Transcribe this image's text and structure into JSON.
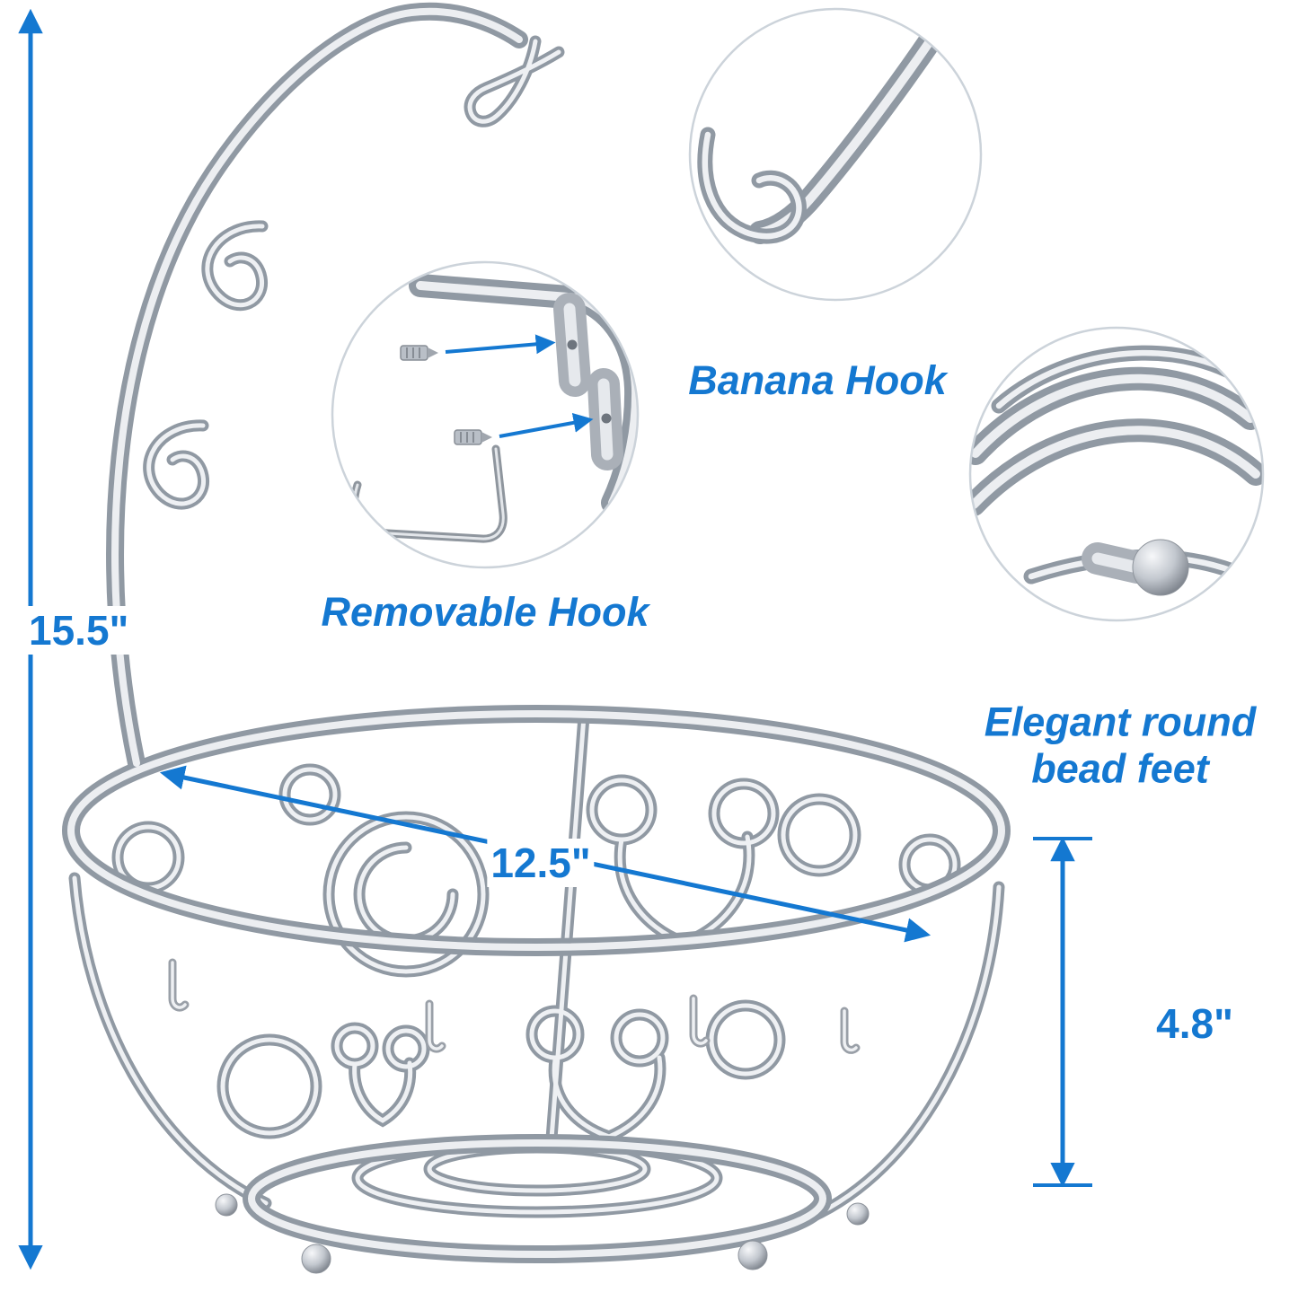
{
  "colors": {
    "accent_blue": "#1478d1",
    "chrome_gray": "#9099a3",
    "background": "#ffffff"
  },
  "dimensions": {
    "overall_height": "15.5\"",
    "top_diameter": "12.5\"",
    "basket_height": "4.8\""
  },
  "callouts": {
    "banana_hook": {
      "label": "Banana Hook"
    },
    "removable_hook": {
      "label": "Removable Hook"
    },
    "bead_feet": {
      "label_line1": "Elegant round",
      "label_line2": "bead feet"
    }
  },
  "icons": {
    "up-down-dimension-arrow": "double-headed blue arrow",
    "diagonal-dimension-arrow": "double-headed blue arrow",
    "screw-pointer-arrow": "blue arrow"
  }
}
